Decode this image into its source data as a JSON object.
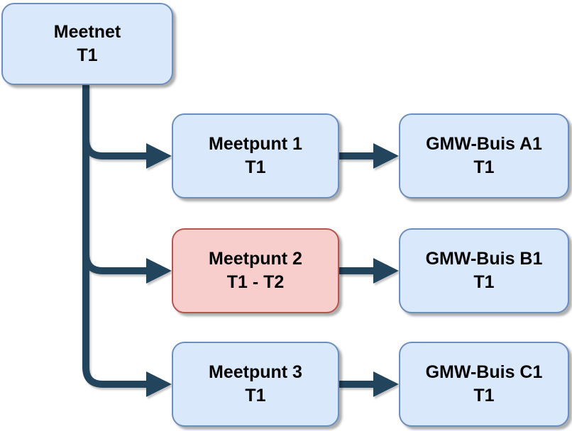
{
  "diagram": {
    "colors": {
      "background": "#ffffff",
      "node_blue_fill": "#dae8fc",
      "node_blue_border": "#6c8ebf",
      "node_red_fill": "#f8cecc",
      "node_red_border": "#b85450",
      "connector": "#23445d",
      "text": "#000000"
    },
    "nodes": [
      {
        "id": "meetnet",
        "title": "Meetnet",
        "period": "T1",
        "variant": "blue"
      },
      {
        "id": "meetpunt-1",
        "title": "Meetpunt 1",
        "period": "T1",
        "variant": "blue"
      },
      {
        "id": "meetpunt-2",
        "title": "Meetpunt 2",
        "period": "T1 - T2",
        "variant": "red"
      },
      {
        "id": "meetpunt-3",
        "title": "Meetpunt 3",
        "period": "T1",
        "variant": "blue"
      },
      {
        "id": "gmw-buis-a1",
        "title": "GMW-Buis A1",
        "period": "T1",
        "variant": "blue"
      },
      {
        "id": "gmw-buis-b1",
        "title": "GMW-Buis B1",
        "period": "T1",
        "variant": "blue"
      },
      {
        "id": "gmw-buis-c1",
        "title": "GMW-Buis C1",
        "period": "T1",
        "variant": "blue"
      }
    ],
    "edges": [
      {
        "from": "meetnet",
        "to": "meetpunt-1"
      },
      {
        "from": "meetnet",
        "to": "meetpunt-2"
      },
      {
        "from": "meetnet",
        "to": "meetpunt-3"
      },
      {
        "from": "meetpunt-1",
        "to": "gmw-buis-a1"
      },
      {
        "from": "meetpunt-2",
        "to": "gmw-buis-b1"
      },
      {
        "from": "meetpunt-3",
        "to": "gmw-buis-c1"
      }
    ]
  }
}
